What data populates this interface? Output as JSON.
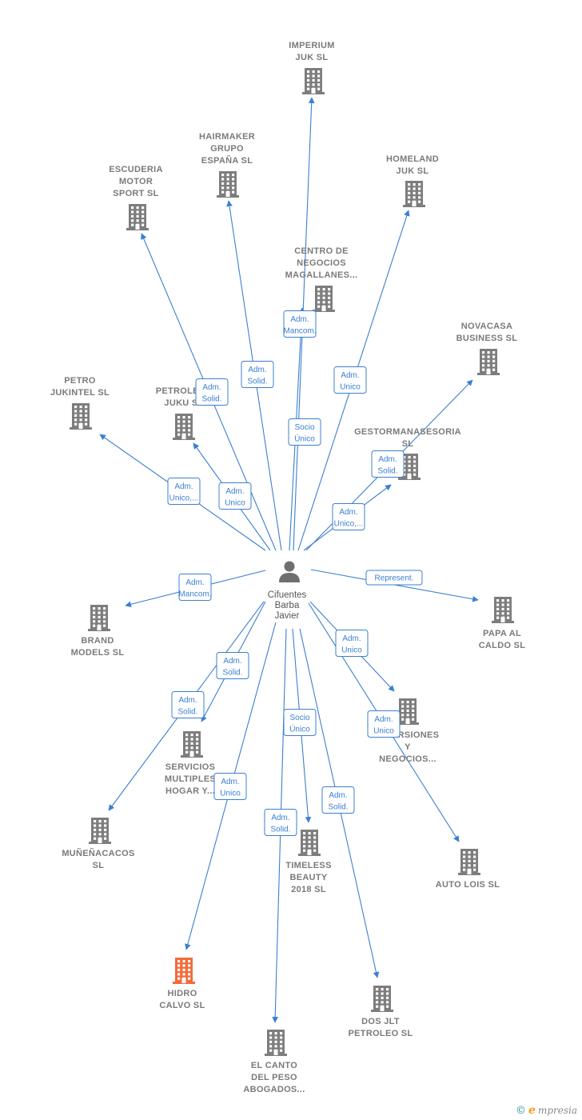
{
  "person": {
    "name": [
      "Cifuentes",
      "Barba",
      "Javier"
    ]
  },
  "companies": [
    {
      "id": "imperium",
      "label": [
        "IMPERIUM",
        "JUK  SL"
      ],
      "highlight": false
    },
    {
      "id": "hairmaker",
      "label": [
        "HAIRMAKER",
        "GRUPO",
        "ESPAÑA  SL"
      ],
      "highlight": false
    },
    {
      "id": "homeland",
      "label": [
        "HOMELAND",
        "JUK  SL"
      ],
      "highlight": false
    },
    {
      "id": "escuderia",
      "label": [
        "ESCUDERIA",
        "MOTOR",
        "SPORT  SL"
      ],
      "highlight": false
    },
    {
      "id": "centro",
      "label": [
        "CENTRO DE",
        "NEGOCIOS",
        "MAGALLANES..."
      ],
      "highlight": false
    },
    {
      "id": "novacasa",
      "label": [
        "NOVACASA",
        "BUSINESS  SL"
      ],
      "highlight": false
    },
    {
      "id": "petro_jukintel",
      "label": [
        "PETRO",
        "JUKINTEL  SL"
      ],
      "highlight": false
    },
    {
      "id": "petroleos_juku",
      "label": [
        "PETROLEOS",
        "JUKU  SL"
      ],
      "highlight": false
    },
    {
      "id": "gestorma",
      "label": [
        "GESTORMANASESORIA",
        "SL"
      ],
      "highlight": false
    },
    {
      "id": "brand",
      "label": [
        "BRAND",
        "MODELS  SL"
      ],
      "highlight": false
    },
    {
      "id": "papa",
      "label": [
        "PAPA AL",
        "CALDO  SL"
      ],
      "highlight": false
    },
    {
      "id": "servicios",
      "label": [
        "SERVICIOS",
        "MULTIPLES",
        "HOGAR Y..."
      ],
      "highlight": false
    },
    {
      "id": "inversiones",
      "label": [
        "INVERSIONES",
        "Y",
        "NEGOCIOS..."
      ],
      "highlight": false
    },
    {
      "id": "munecacos",
      "label": [
        "MUÑEÑACACOS",
        "SL"
      ],
      "highlight": false
    },
    {
      "id": "timeless",
      "label": [
        "TIMELESS",
        "BEAUTY",
        "2018  SL"
      ],
      "highlight": false
    },
    {
      "id": "autolois",
      "label": [
        "AUTO LOIS  SL"
      ],
      "highlight": false
    },
    {
      "id": "hidro",
      "label": [
        "HIDRO",
        "CALVO  SL"
      ],
      "highlight": true
    },
    {
      "id": "dosjlt",
      "label": [
        "DOS JLT",
        "PETROLEO  SL"
      ],
      "highlight": false
    },
    {
      "id": "elcanto",
      "label": [
        "EL CANTO",
        "DEL PESO",
        "ABOGADOS..."
      ],
      "highlight": false
    }
  ],
  "relations": [
    {
      "to": "imperium",
      "label": [
        "Socio",
        "Único"
      ]
    },
    {
      "to": "hairmaker",
      "label": [
        "Adm.",
        "Solid."
      ]
    },
    {
      "to": "homeland",
      "label": [
        "Adm.",
        "Unico"
      ]
    },
    {
      "to": "escuderia",
      "label": [
        "Adm.",
        "Solid."
      ]
    },
    {
      "to": "centro",
      "label": [
        "Adm.",
        "Mancom."
      ]
    },
    {
      "to": "novacasa",
      "label": [
        "Adm.",
        "Solid."
      ]
    },
    {
      "to": "petro_jukintel",
      "label": [
        "Adm.",
        "Unico,..."
      ]
    },
    {
      "to": "petroleos_juku",
      "label": [
        "Adm.",
        "Unico"
      ]
    },
    {
      "to": "gestorma",
      "label": [
        "Adm.",
        "Unico,..."
      ]
    },
    {
      "to": "brand",
      "label": [
        "Adm.",
        "Mancom."
      ]
    },
    {
      "to": "papa",
      "label": [
        "Represent."
      ]
    },
    {
      "to": "servicios",
      "label": [
        "Adm.",
        "Solid."
      ]
    },
    {
      "to": "inversiones",
      "label": [
        "Adm.",
        "Unico"
      ]
    },
    {
      "to": "munecacos",
      "label": [
        "Adm.",
        "Solid."
      ]
    },
    {
      "to": "timeless",
      "label": [
        "Socio",
        "Único"
      ]
    },
    {
      "to": "autolois",
      "label": [
        "Adm.",
        "Unico"
      ]
    },
    {
      "to": "hidro",
      "label": [
        "Adm.",
        "Unico"
      ]
    },
    {
      "to": "dosjlt",
      "label": [
        "Adm.",
        "Solid."
      ]
    },
    {
      "to": "elcanto",
      "label": [
        "Adm.",
        "Solid."
      ]
    }
  ],
  "colors": {
    "edge": "#3b7fd1",
    "building": "#7d7d7d",
    "highlight": "#f26b3a",
    "person": "#6f6f6f"
  },
  "brand": {
    "copyright": "©",
    "initial": "e",
    "name": "mpresia"
  }
}
